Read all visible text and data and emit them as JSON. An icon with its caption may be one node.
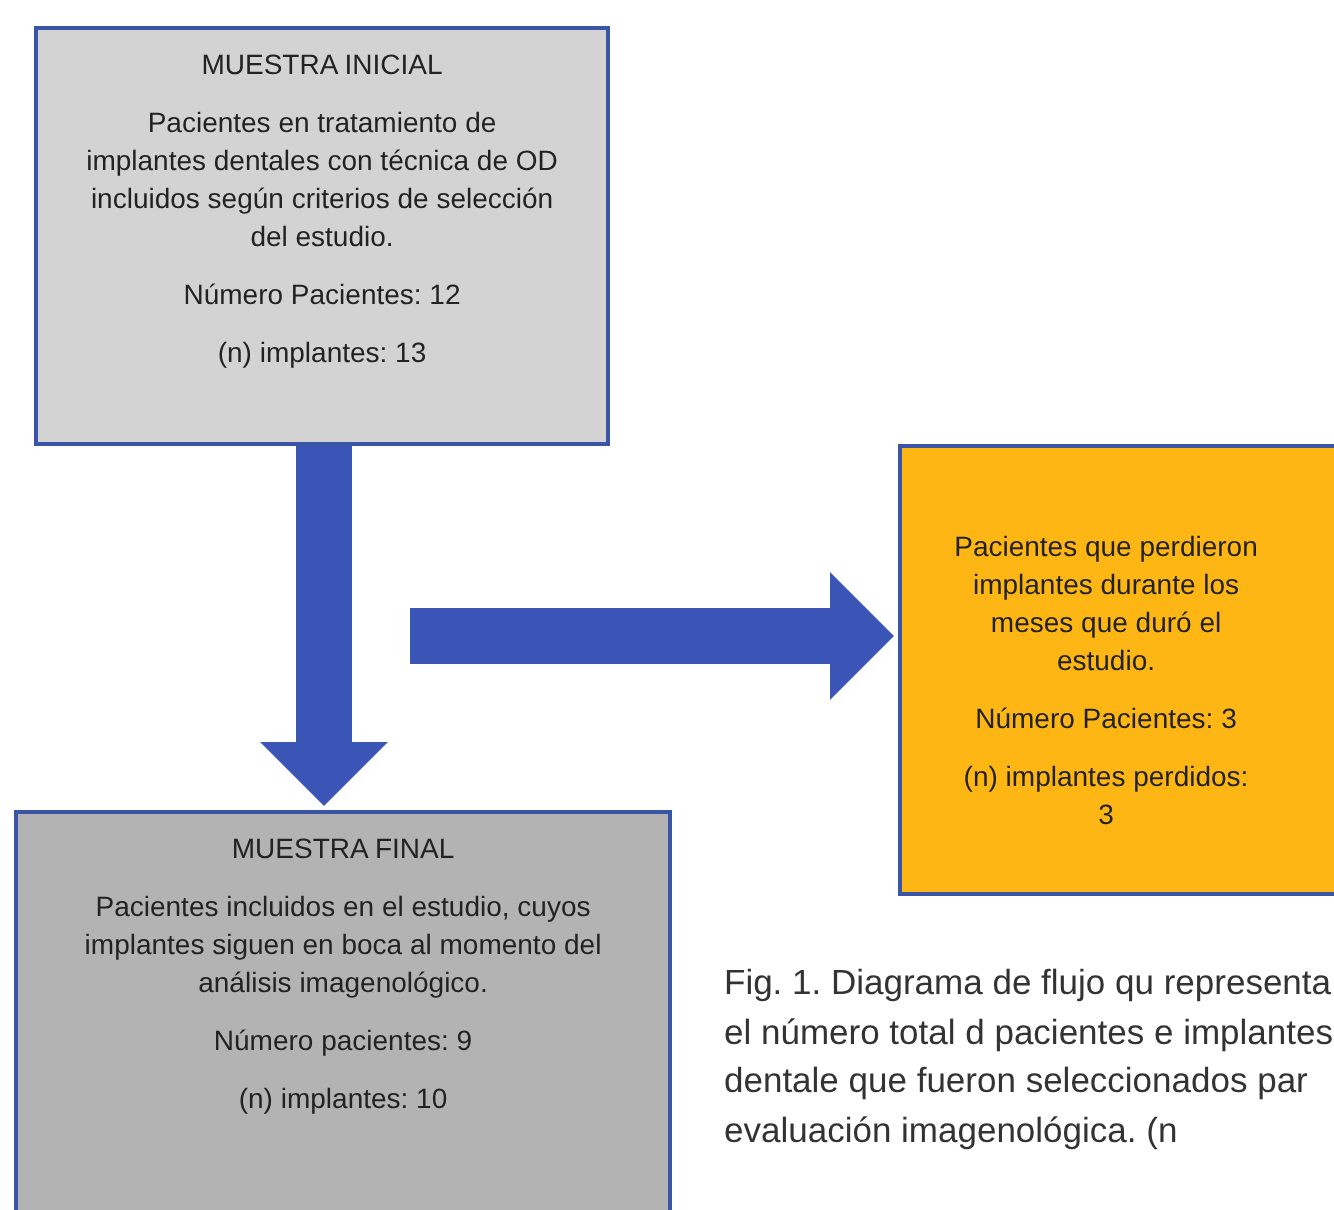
{
  "diagram": {
    "caption": "Fig. 1. Diagrama de flujo qu representa el número total d pacientes e implantes dentale que fueron seleccionados par evaluación imagenológica. (n",
    "nodes": [
      {
        "text": [
          "MUESTRA INICIAL",
          "Pacientes en tratamiento de implantes dentales con técnica de OD incluidos según criterios de selección del estudio.",
          "Número Pacientes: 12",
          "(n) implantes: 13"
        ]
      },
      {
        "text": [
          "Pacientes que perdieron implantes durante los meses que duró el estudio.",
          "Número Pacientes: 3",
          "(n) implantes perdidos: 3"
        ]
      },
      {
        "text": [
          "MUESTRA FINAL",
          "Pacientes incluidos en el estudio, cuyos implantes siguen en boca al momento del análisis imagenológico.",
          "Número pacientes: 9",
          "(n) implantes: 10"
        ]
      }
    ],
    "edges": [
      {
        "from": 0,
        "to": 2,
        "arrow": "to"
      },
      {
        "from": null,
        "to": 1,
        "arrow": "to"
      }
    ]
  }
}
